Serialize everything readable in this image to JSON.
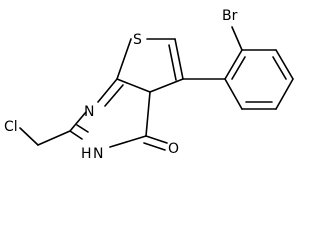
{
  "molecule": {
    "atoms": {
      "sulfur": "S",
      "bromine": "Br",
      "ring_nitrogen": "N",
      "amide_nh": "N",
      "amide_h": "H",
      "carbonyl_oxygen": "O",
      "chlorine": "Cl"
    },
    "colors": {
      "line": "#000000",
      "text": "#000000",
      "background": "#ffffff"
    }
  }
}
